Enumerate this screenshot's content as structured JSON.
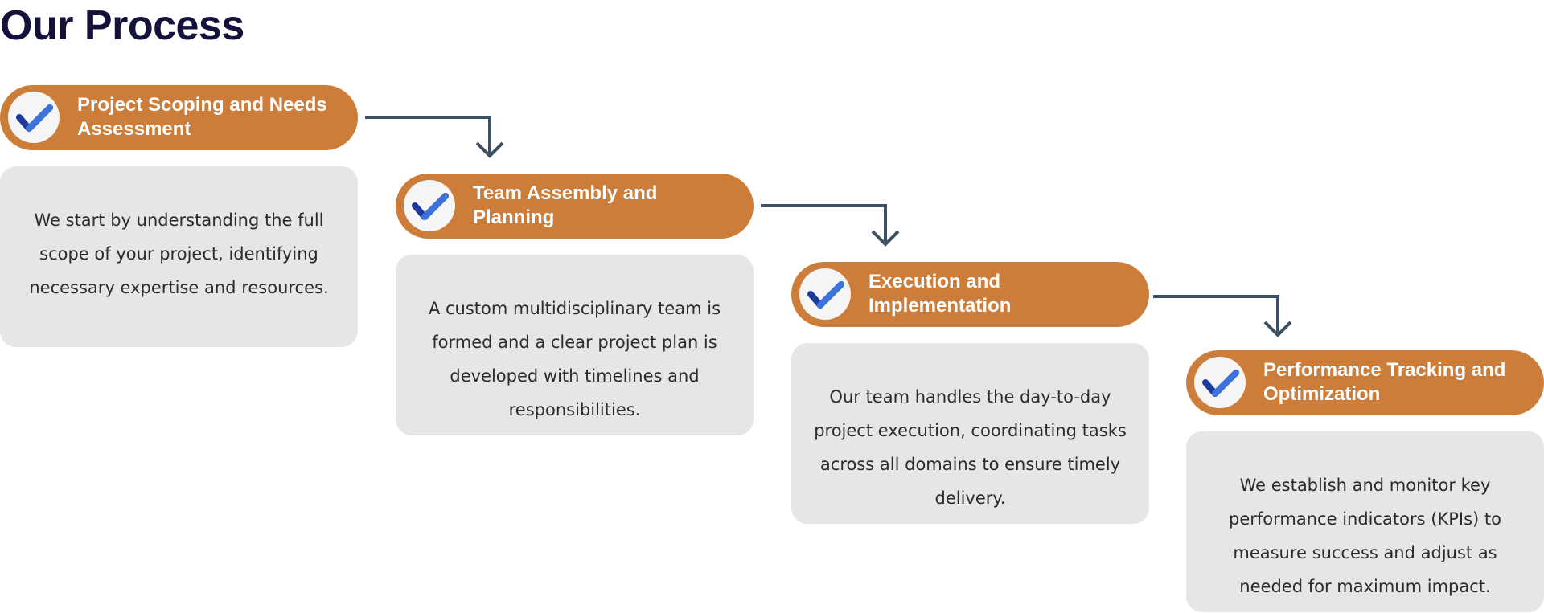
{
  "page_title": "Our Process",
  "colors": {
    "header_fill": "#cd7d3a",
    "card_fill": "#e6e6e6",
    "title_color": "#14123a",
    "arrow_color": "#3e5065",
    "check_dark": "#1c3a9c",
    "check_light": "#3b73db"
  },
  "steps": [
    {
      "icon": "check-icon",
      "title": "Project Scoping and Needs Assessment",
      "description": "We start by understanding the full scope of your project, identifying necessary expertise and resources."
    },
    {
      "icon": "check-icon",
      "title": "Team Assembly and Planning",
      "description": "A custom multidisciplinary team is formed and a clear project plan is developed with timelines and responsibilities."
    },
    {
      "icon": "check-icon",
      "title": "Execution and Implementation",
      "description": "Our team handles the day-to-day project execution, coordinating tasks across all domains to ensure timely delivery."
    },
    {
      "icon": "check-icon",
      "title": "Performance Tracking and Optimization",
      "description": "We establish and monitor key performance indicators (KPIs) to measure success and adjust as needed for maximum impact."
    }
  ]
}
